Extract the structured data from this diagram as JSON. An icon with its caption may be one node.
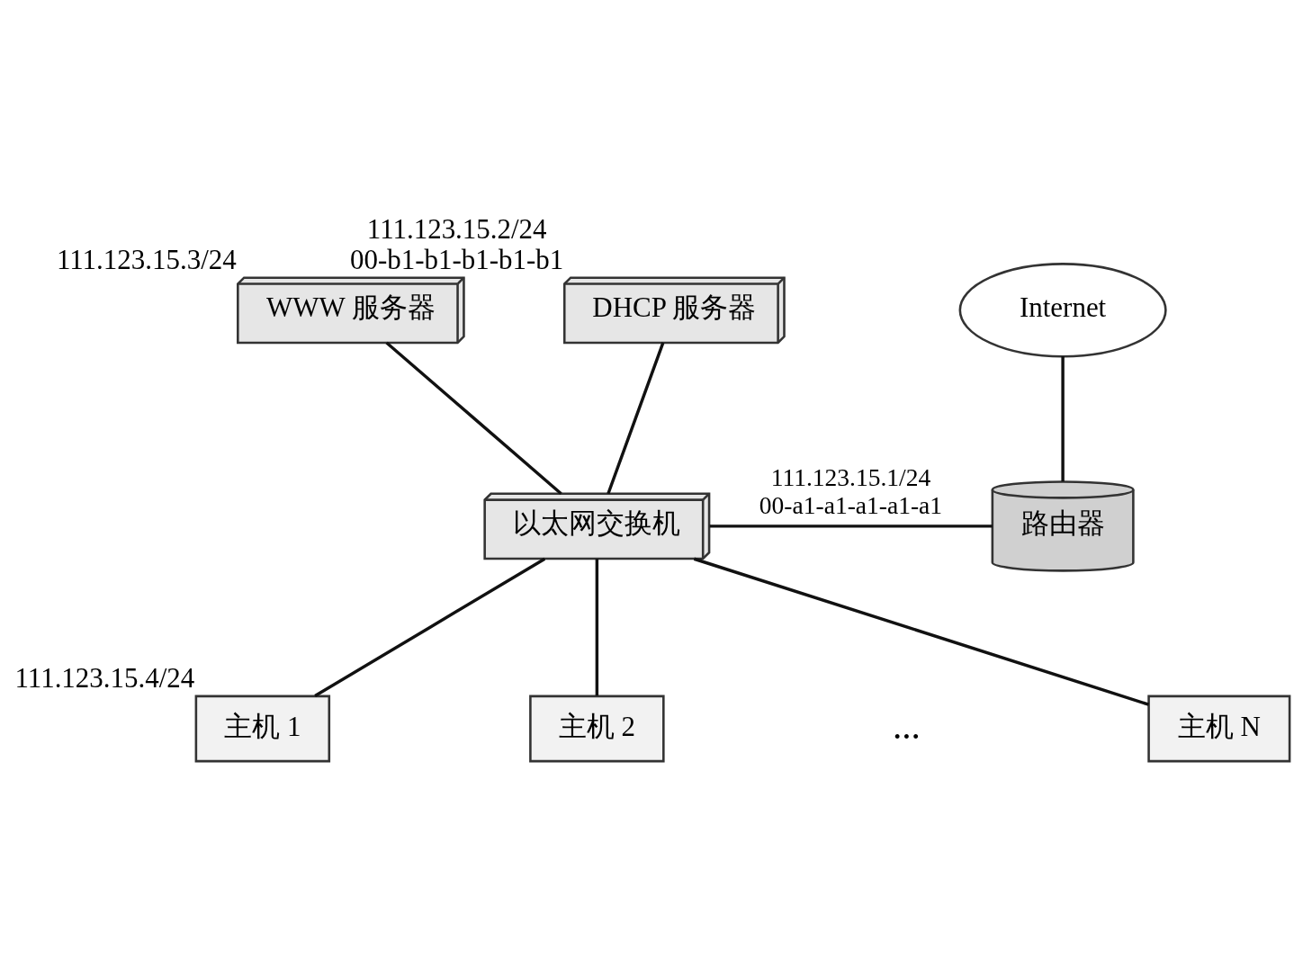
{
  "diagram": {
    "nodes": [
      {
        "text": [
          "WWW 服务器"
        ],
        "beside": [
          "111.123.15.3/24"
        ]
      },
      {
        "text": [
          "DHCP 服务器"
        ],
        "beside": [
          "111.123.15.2/24",
          "00-b1-b1-b1-b1-b1"
        ]
      },
      {
        "text": [
          "Internet"
        ]
      },
      {
        "text": [
          "以太网交换机"
        ]
      },
      {
        "text": [
          "路由器"
        ]
      },
      {
        "text": [
          "主机 1"
        ],
        "beside": [
          "111.123.15.4/24"
        ]
      },
      {
        "text": [
          "主机 2"
        ]
      },
      {
        "text": [
          "主机 N"
        ]
      }
    ],
    "edges": [
      {
        "from": 0,
        "to": 3,
        "arrow": "none"
      },
      {
        "from": 1,
        "to": 3,
        "arrow": "none"
      },
      {
        "from": 3,
        "to": 4,
        "label": "111.123.15.1/24 00-a1-a1-a1-a1-a1",
        "arrow": "none"
      },
      {
        "from": 2,
        "to": 4,
        "arrow": "none"
      },
      {
        "from": 3,
        "to": 5,
        "arrow": "none"
      },
      {
        "from": 3,
        "to": 6,
        "arrow": "none"
      },
      {
        "from": 3,
        "to": 7,
        "arrow": "none"
      }
    ],
    "labels": [
      "..."
    ]
  }
}
